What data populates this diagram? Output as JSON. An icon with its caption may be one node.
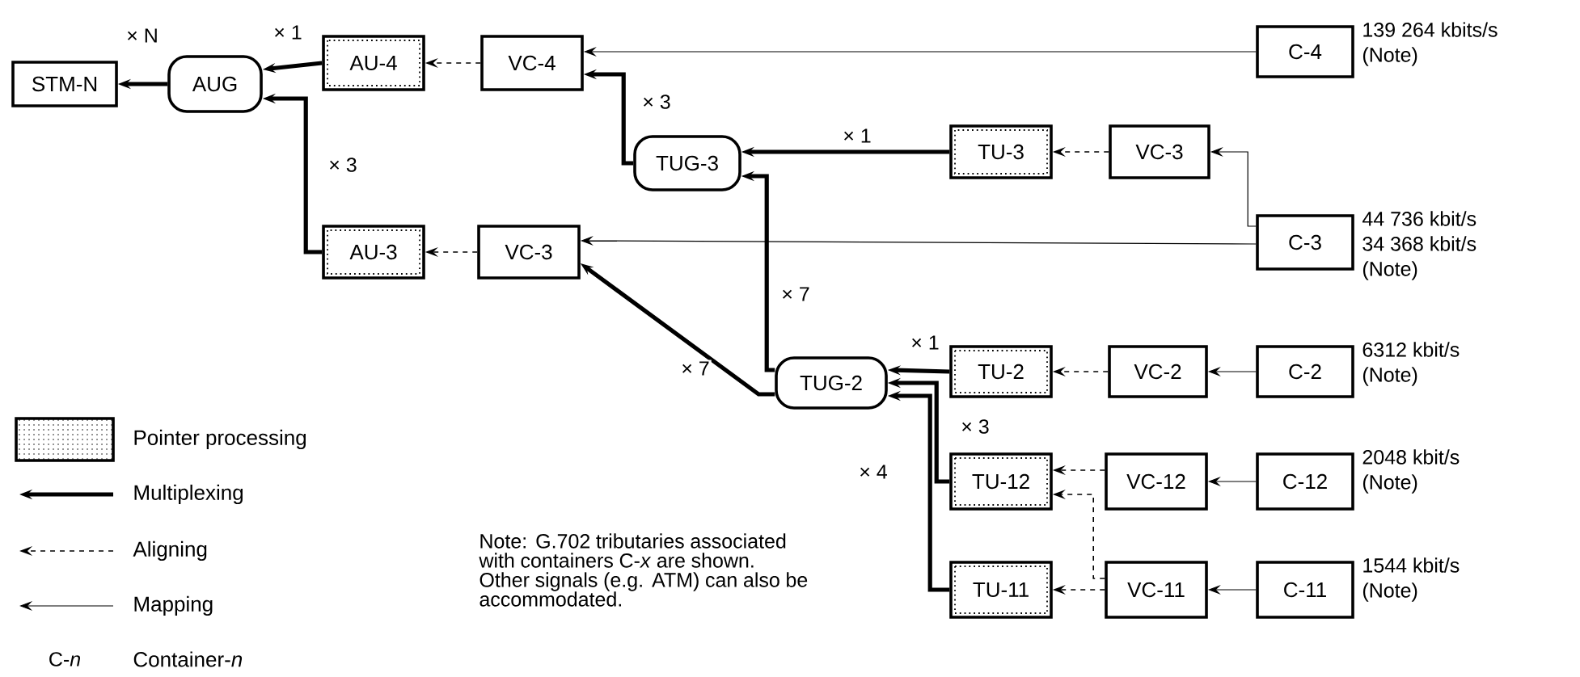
{
  "diagram": {
    "nodes": [
      {
        "text": [
          "STM-N"
        ]
      },
      {
        "text": [
          "AUG"
        ]
      },
      {
        "text": [
          "AU-4"
        ]
      },
      {
        "text": [
          "VC-4"
        ]
      },
      {
        "text": [
          "C-4"
        ],
        "beside": [
          "139 264 kbits/s",
          "(Note)"
        ]
      },
      {
        "text": [
          "TUG-3"
        ]
      },
      {
        "text": [
          "TU-3"
        ]
      },
      {
        "text": [
          "VC-3"
        ]
      },
      {
        "text": [
          "AU-3"
        ]
      },
      {
        "text": [
          "VC-3"
        ]
      },
      {
        "text": [
          "C-3"
        ],
        "beside": [
          "44 736 kbit/s",
          "34 368 kbit/s",
          "(Note)"
        ]
      },
      {
        "text": [
          "TUG-2"
        ]
      },
      {
        "text": [
          "TU-2"
        ]
      },
      {
        "text": [
          "VC-2"
        ]
      },
      {
        "text": [
          "C-2"
        ],
        "beside": [
          "6312 kbit/s",
          "(Note)"
        ]
      },
      {
        "text": [
          "TU-12"
        ]
      },
      {
        "text": [
          "VC-12"
        ]
      },
      {
        "text": [
          "C-12"
        ],
        "beside": [
          "2048 kbit/s",
          "(Note)"
        ]
      },
      {
        "text": [
          "TU-11"
        ]
      },
      {
        "text": [
          "VC-11"
        ]
      },
      {
        "text": [
          "C-11"
        ],
        "beside": [
          "1544 kbit/s",
          "(Note)"
        ]
      }
    ],
    "edges": [
      {
        "from": 1,
        "to": 0,
        "arrow": "to",
        "style": "thick",
        "label": "× N"
      },
      {
        "from": 2,
        "to": 1,
        "arrow": "to",
        "style": "thick",
        "label": "× 1"
      },
      {
        "from": 3,
        "to": 2,
        "arrow": "to",
        "style": "dashed"
      },
      {
        "from": 4,
        "to": 3,
        "arrow": "to"
      },
      {
        "from": 5,
        "to": 3,
        "arrow": "to",
        "style": "thick",
        "label": "× 3"
      },
      {
        "from": 6,
        "to": 5,
        "arrow": "to",
        "style": "thick",
        "label": "× 1"
      },
      {
        "from": 7,
        "to": 6,
        "arrow": "to",
        "style": "dashed"
      },
      {
        "from": 10,
        "to": 7,
        "arrow": "to"
      },
      {
        "from": 8,
        "to": 1,
        "arrow": "to",
        "style": "thick",
        "label": "× 3"
      },
      {
        "from": 9,
        "to": 8,
        "arrow": "to",
        "style": "dashed"
      },
      {
        "from": 10,
        "to": 9,
        "arrow": "to"
      },
      {
        "from": 11,
        "to": 5,
        "arrow": "to",
        "style": "thick",
        "label": "× 7"
      },
      {
        "from": 11,
        "to": 9,
        "arrow": "to",
        "style": "thick",
        "label": "× 7"
      },
      {
        "from": 12,
        "to": 11,
        "arrow": "to",
        "style": "thick",
        "label": "× 1"
      },
      {
        "from": 13,
        "to": 12,
        "arrow": "to",
        "style": "dashed"
      },
      {
        "from": 14,
        "to": 13,
        "arrow": "to"
      },
      {
        "from": 15,
        "to": 11,
        "arrow": "to",
        "style": "thick",
        "label": "× 3"
      },
      {
        "from": 16,
        "to": 15,
        "arrow": "to",
        "style": "dashed"
      },
      {
        "from": 17,
        "to": 16,
        "arrow": "to"
      },
      {
        "from": 18,
        "to": 11,
        "arrow": "to",
        "style": "thick",
        "label": "× 4"
      },
      {
        "from": 19,
        "to": 18,
        "arrow": "to",
        "style": "dashed"
      },
      {
        "from": 19,
        "to": 15,
        "arrow": "to",
        "style": "dashed"
      },
      {
        "from": 20,
        "to": 19,
        "arrow": "to"
      }
    ],
    "labels": [
      "Note: G.702 tributaries associated with containers C-*x* are shown. Other signals (e.g. ATM) can also be accommodated.",
      "C-*n*"
    ],
    "legend": [
      {
        "text": "Pointer processing"
      },
      {
        "text": "Multiplexing"
      },
      {
        "text": "Aligning"
      },
      {
        "text": "Mapping"
      },
      {
        "text": "Container-*n*"
      }
    ]
  }
}
